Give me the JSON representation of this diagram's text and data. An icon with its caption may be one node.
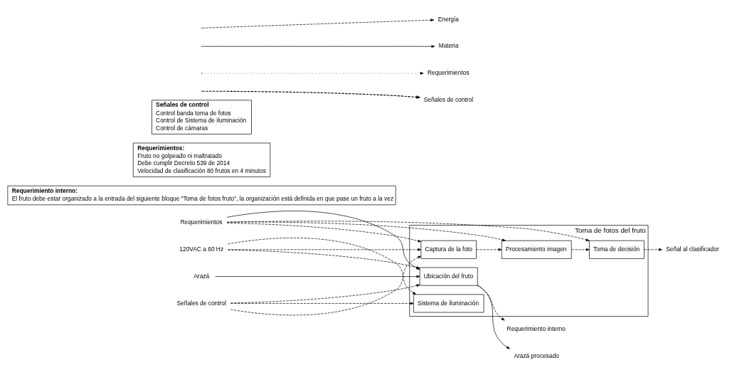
{
  "diagram": {
    "nodes": [
      {
        "text": [
          "Toma de fotos del fruto"
        ]
      },
      {
        "text": [
          "Ubicación del fruto"
        ],
        "in": 0
      },
      {
        "text": [
          "Captura de la foto"
        ],
        "in": 0
      },
      {
        "text": [
          "Procesamiento imagen"
        ],
        "in": 0
      },
      {
        "text": [
          "Sistema de iluminación"
        ],
        "in": 0
      },
      {
        "text": [
          "Toma de decisión"
        ],
        "in": 0
      },
      {
        "text": [
          "120VAC a 60 Hz"
        ]
      },
      {
        "text": [
          "Arazá"
        ]
      },
      {
        "text": [
          "Requerimientos"
        ]
      },
      {
        "text": [
          "Señales de control"
        ]
      },
      {
        "text": [
          "Arazá procesado"
        ]
      },
      {
        "text": [
          "Requerimiento interno"
        ]
      },
      {
        "text": [
          "Señal al clasificador"
        ]
      },
      {
        "text": [
          "Requerimiento interno:",
          "El fruto debe estar organizado a la entrada del siguiente bloque “Toma de fotos fruto”, la organización está definida en que pase un fruto a la vez"
        ]
      },
      {
        "text": [
          "Requerimientos:",
          "Fruto no golpeado ni maltratado",
          "Debe cumplir Decreto 539 de 2014",
          "Velocidad de clasificación 80 frutos en 4 minutos"
        ]
      },
      {
        "text": [
          "Señales de control",
          "Control banda toma de fotos",
          "Control de Sistema de iluminación",
          "Control de cámaras"
        ]
      }
    ],
    "edges": [
      {
        "from": 6,
        "to": 1,
        "arrow": "to",
        "style": "dashed"
      },
      {
        "from": 6,
        "to": 2,
        "arrow": "to",
        "style": "dashed"
      },
      {
        "from": 6,
        "to": 4,
        "arrow": "to",
        "style": "dashed"
      },
      {
        "from": 7,
        "to": 1,
        "arrow": "to"
      },
      {
        "from": 8,
        "to": 1,
        "arrow": "to"
      },
      {
        "from": 8,
        "to": 2,
        "arrow": "to",
        "style": "dashed"
      },
      {
        "from": 8,
        "to": 3,
        "arrow": "to",
        "style": "dashed"
      },
      {
        "from": 8,
        "to": 5,
        "arrow": "to",
        "style": "dashed"
      },
      {
        "from": 9,
        "to": 1,
        "arrow": "to",
        "style": "dashed"
      },
      {
        "from": 9,
        "to": 2,
        "arrow": "to",
        "style": "dashed"
      },
      {
        "from": 9,
        "to": 4,
        "arrow": "to",
        "style": "dashed"
      },
      {
        "from": 2,
        "to": 3,
        "arrow": "to",
        "style": "dashed"
      },
      {
        "from": 3,
        "to": 5,
        "arrow": "to",
        "style": "dashed"
      },
      {
        "from": 1,
        "to": 10,
        "arrow": "to"
      },
      {
        "from": 1,
        "to": 11,
        "arrow": "to",
        "style": "dashed"
      },
      {
        "from": 5,
        "to": 12,
        "arrow": "to",
        "style": "dashed"
      }
    ],
    "legend": [
      {
        "text": "Energía"
      },
      {
        "text": "Materia"
      },
      {
        "text": "Requerimientos"
      },
      {
        "text": "Señales de control"
      }
    ]
  }
}
